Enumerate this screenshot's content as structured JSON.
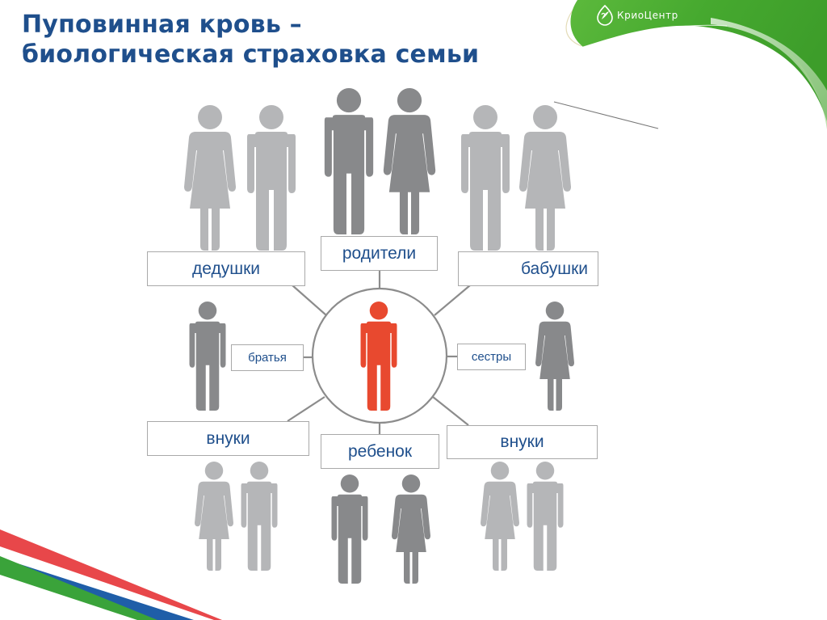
{
  "slide": {
    "title_lines": [
      "Пуповинная кровь –",
      "биологическая страховка семьи"
    ],
    "logo": {
      "icon": "leaf-drop-icon",
      "text": "КриоЦентр"
    },
    "colors": {
      "title": "#1f4f8c",
      "label_text": "#1f4f8c",
      "box_border": "#a9a9a9",
      "connector": "#8c8c8c",
      "figure_dark": "#88898b",
      "figure_light": "#b5b6b8",
      "figure_center": "#e8492f",
      "brand_green": "#3fa535",
      "stripe_red": "#e8474a",
      "stripe_blue": "#1f5ea8",
      "stripe_green": "#3aa33a"
    }
  },
  "diagram": {
    "center": {
      "label": "",
      "icon": "person-red-icon"
    },
    "nodes": {
      "grandfathers": "дедушки",
      "parents": "родители",
      "grandmothers": "бабушки",
      "brothers": "братья",
      "sisters": "сестры",
      "grandchildren_left": "внуки",
      "child": "ребенок",
      "grandchildren_right": "внуки"
    }
  }
}
